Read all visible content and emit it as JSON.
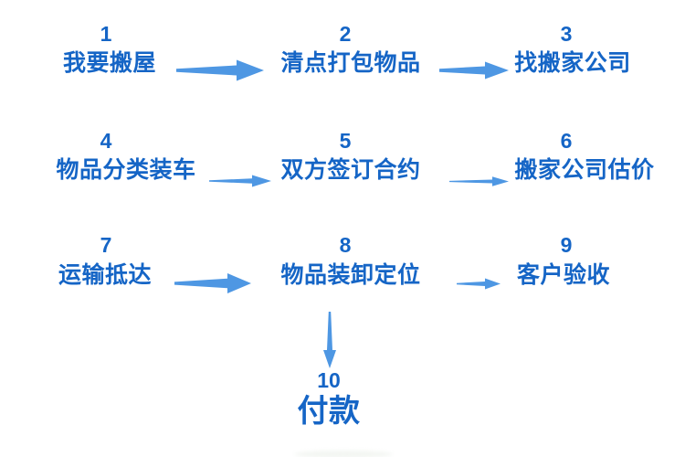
{
  "diagram": {
    "steps": [
      {
        "num": "1",
        "label": "我要搬屋"
      },
      {
        "num": "2",
        "label": "清点打包物品"
      },
      {
        "num": "3",
        "label": "找搬家公司"
      },
      {
        "num": "4",
        "label": "物品分类装车"
      },
      {
        "num": "5",
        "label": "双方签订合约"
      },
      {
        "num": "6",
        "label": "搬家公司估价"
      },
      {
        "num": "7",
        "label": "运输抵达"
      },
      {
        "num": "8",
        "label": "物品装卸定位"
      },
      {
        "num": "9",
        "label": "客户验收"
      },
      {
        "num": "10",
        "label": "付款"
      }
    ],
    "arrows": [
      {
        "from": "1",
        "to": "2",
        "direction": "right"
      },
      {
        "from": "2",
        "to": "3",
        "direction": "right"
      },
      {
        "from": "4",
        "to": "5",
        "direction": "right"
      },
      {
        "from": "5",
        "to": "6",
        "direction": "right"
      },
      {
        "from": "7",
        "to": "8",
        "direction": "right"
      },
      {
        "from": "8",
        "to": "9",
        "direction": "right"
      },
      {
        "from": "8",
        "to": "10",
        "direction": "down"
      }
    ],
    "colors": {
      "text": "#1565C6",
      "arrow": "#4E97E3",
      "background": "#ffffff"
    }
  }
}
